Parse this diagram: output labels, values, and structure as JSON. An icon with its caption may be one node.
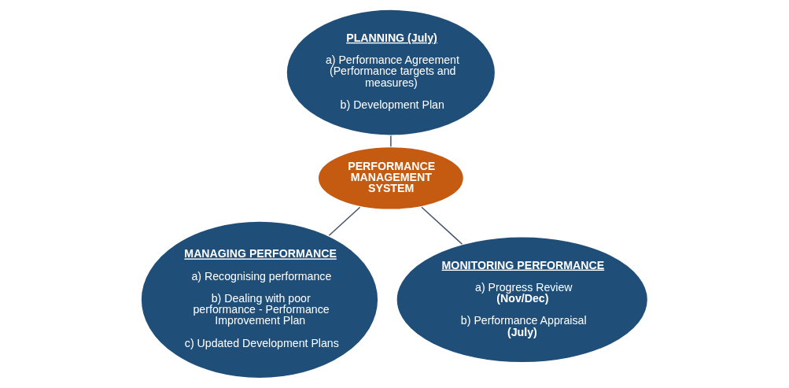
{
  "diagram": {
    "nodes": [
      {
        "text": [
          "PLANNING (July)",
          "a) Performance Agreement (Performance targets and measures)",
          "b) Development Plan"
        ]
      },
      {
        "text": [
          "PERFORMANCE MANAGEMENT SYSTEM"
        ]
      },
      {
        "text": [
          "MANAGING PERFORMANCE",
          "a) Recognising performance",
          "b) Dealing with poor performance - Performance Improvement Plan",
          "c) Updated Development Plans"
        ]
      },
      {
        "text": [
          "MONITORING PERFORMANCE",
          "a) Progress Review **(Nov/Dec)**",
          "b) Performance Appraisal **(July)**"
        ]
      }
    ],
    "edges": [
      {
        "from": 0,
        "to": 1,
        "arrow": "none"
      },
      {
        "from": 1,
        "to": 2,
        "arrow": "none"
      },
      {
        "from": 1,
        "to": 3,
        "arrow": "none"
      }
    ]
  }
}
